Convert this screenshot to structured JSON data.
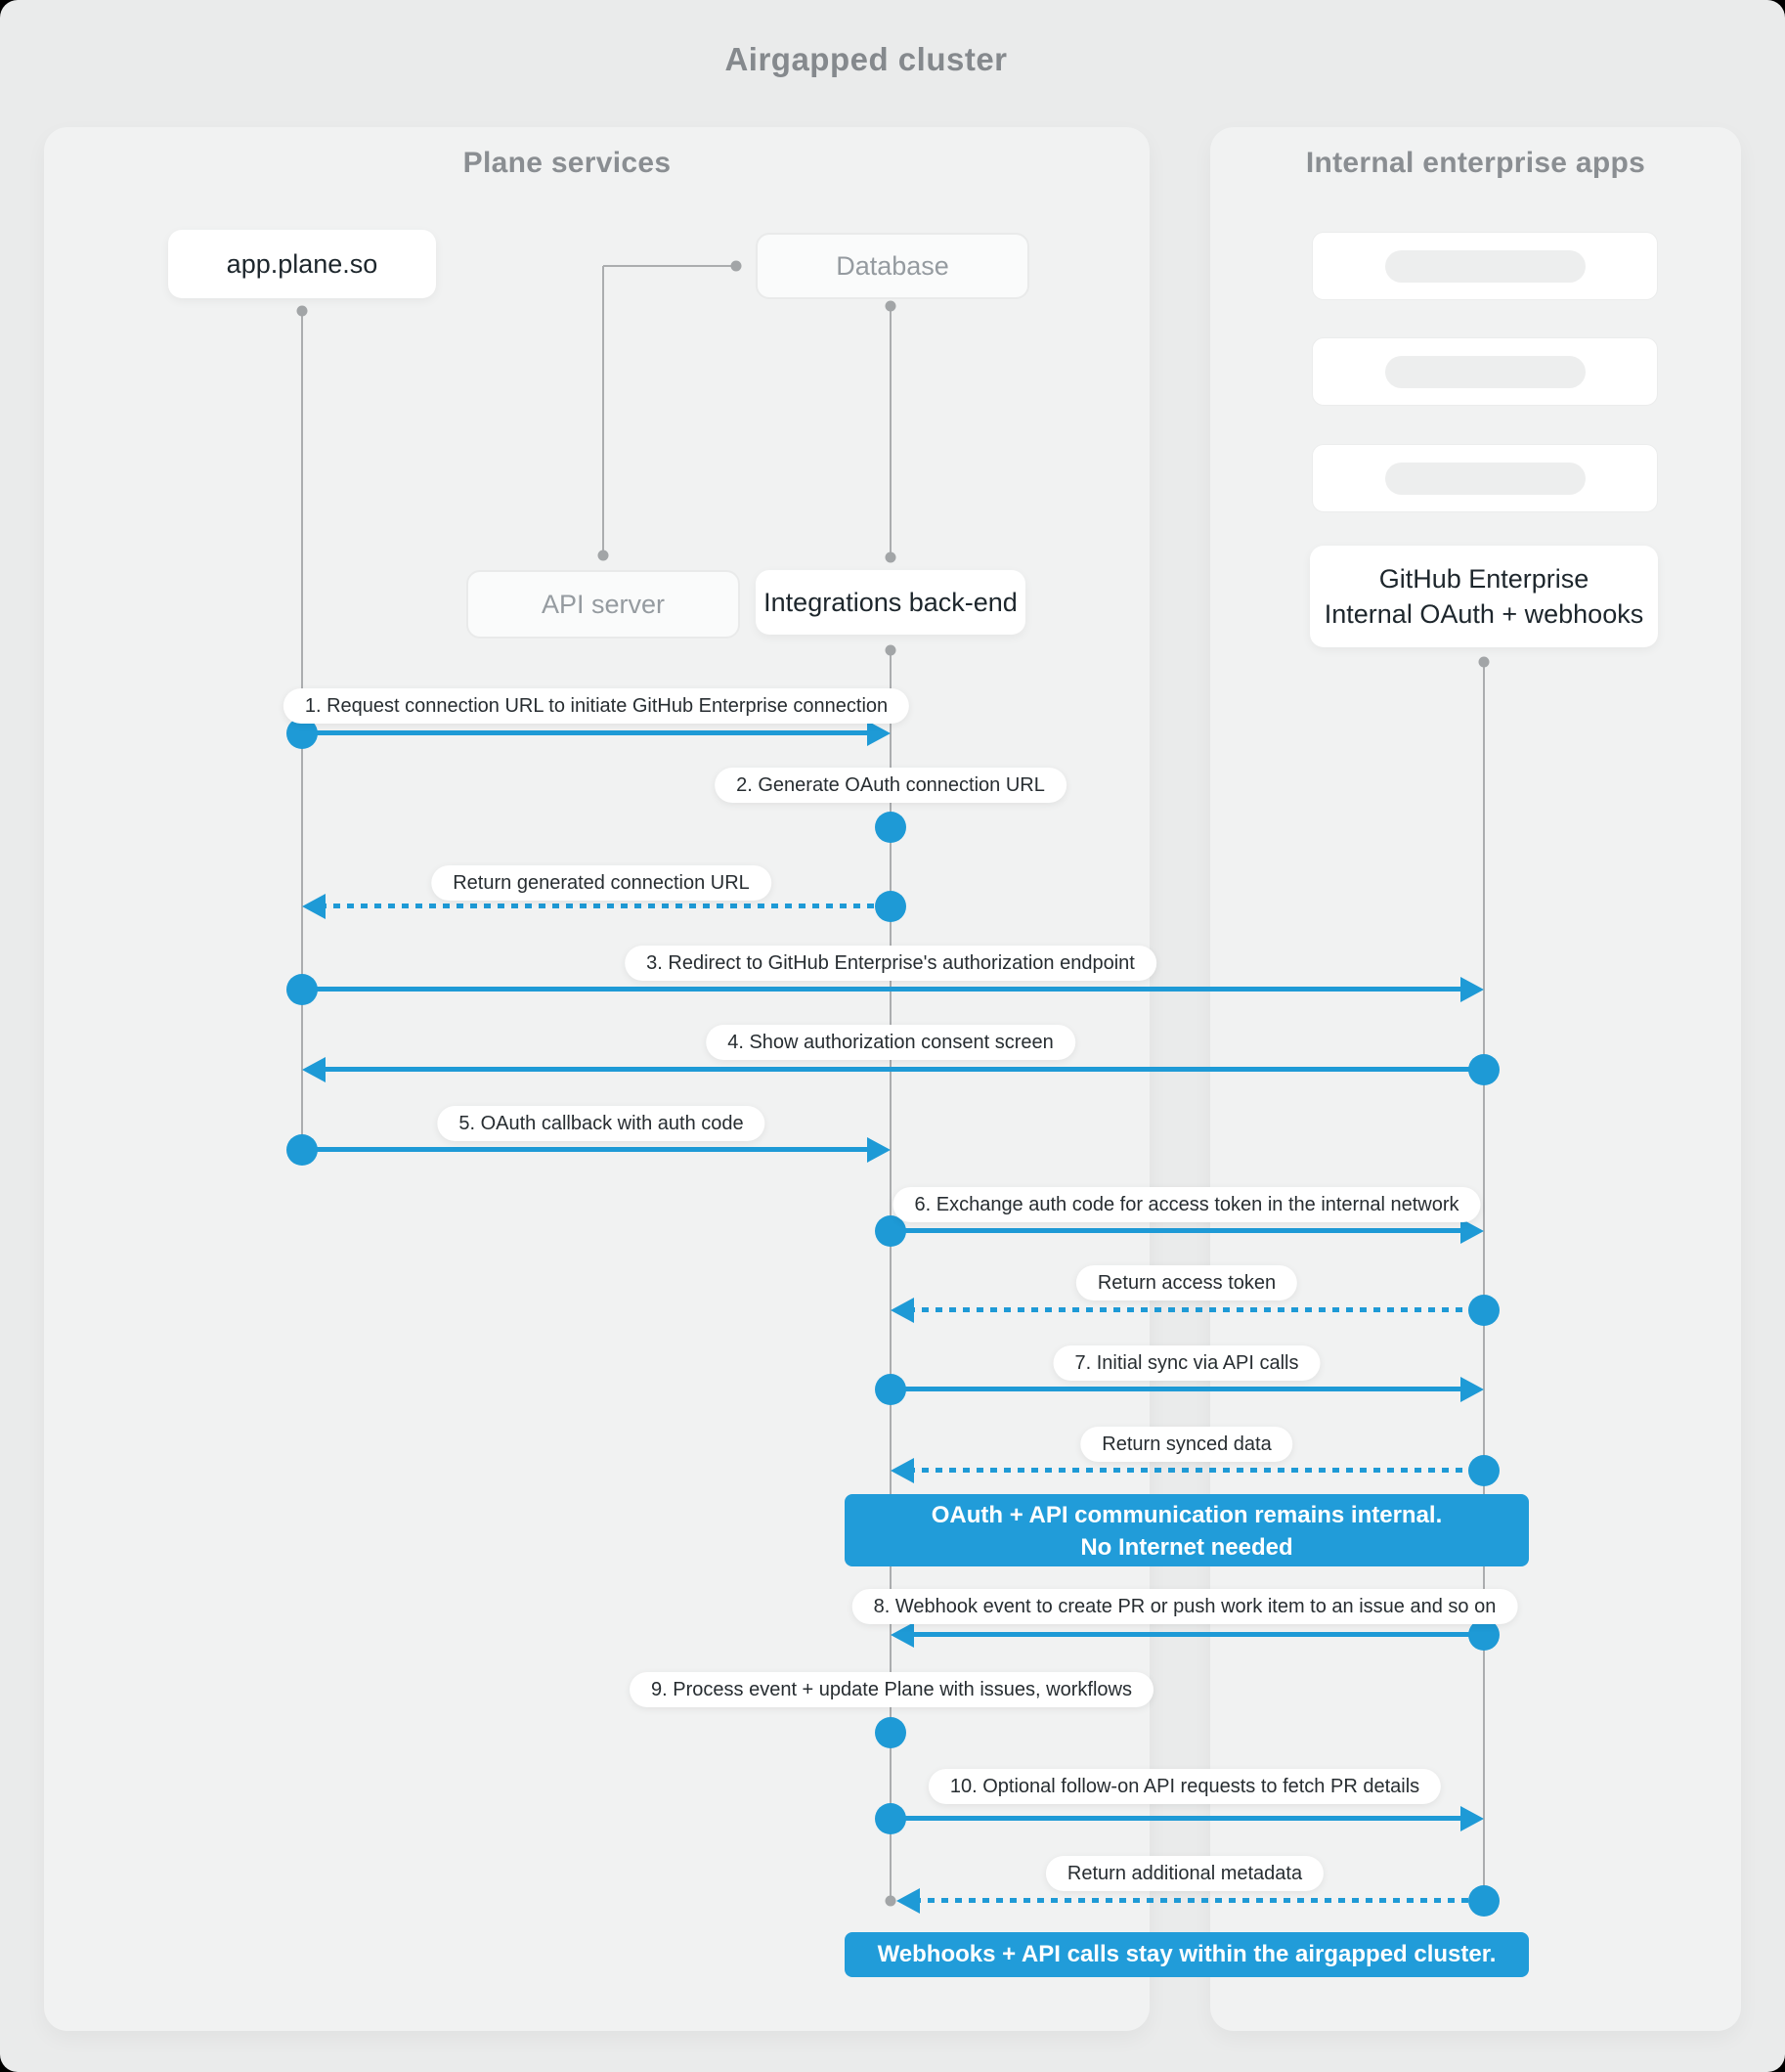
{
  "title": "Airgapped cluster",
  "colors": {
    "accent": "#1E9AD6",
    "banner": "#219CD9",
    "lifeline": "#ABADAF"
  },
  "panels": {
    "left": {
      "title": "Plane services"
    },
    "right": {
      "title": "Internal enterprise apps"
    }
  },
  "nodes": {
    "app": "app.plane.so",
    "database": "Database",
    "api_server": "API server",
    "integrations": "Integrations back-end",
    "github_line1": "GitHub Enterprise",
    "github_line2": "Internal OAuth + webhooks"
  },
  "placeholder_cards": 3,
  "messages": [
    {
      "label": "1. Request connection URL to initiate GitHub Enterprise connection"
    },
    {
      "label": "2. Generate OAuth connection URL"
    },
    {
      "label": "Return generated connection URL"
    },
    {
      "label": "3. Redirect to GitHub Enterprise's authorization endpoint"
    },
    {
      "label": "4. Show authorization consent screen"
    },
    {
      "label": "5. OAuth callback with auth code"
    },
    {
      "label": "6. Exchange auth code for access token in the internal network"
    },
    {
      "label": "Return access token"
    },
    {
      "label": "7. Initial sync via API calls"
    },
    {
      "label": "Return synced data"
    },
    {
      "label": "8. Webhook event to create PR or push work item to an issue and so on"
    },
    {
      "label": "9. Process event + update Plane with issues, workflows"
    },
    {
      "label": "10. Optional follow-on API requests to fetch PR details"
    },
    {
      "label": "Return additional metadata"
    }
  ],
  "banners": [
    {
      "line1": "OAuth + API communication remains internal.",
      "line2": "No Internet needed"
    },
    {
      "line1": "Webhooks + API calls stay within the airgapped cluster."
    }
  ]
}
